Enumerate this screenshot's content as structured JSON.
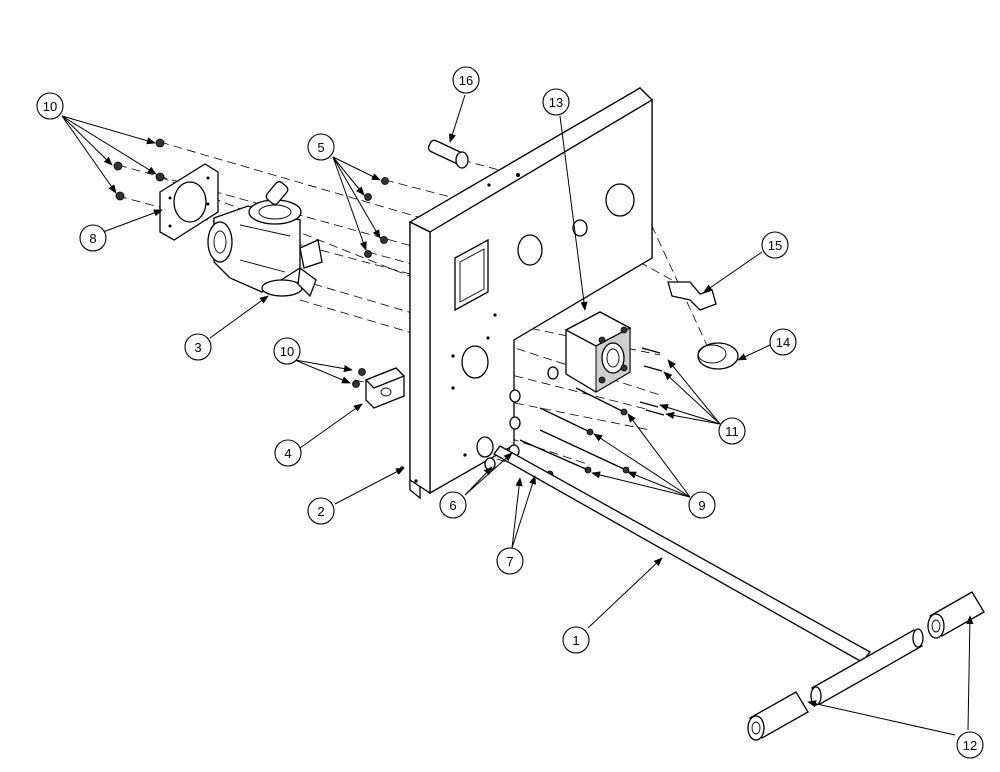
{
  "callouts": [
    {
      "id": "c1",
      "label": "1"
    },
    {
      "id": "c2",
      "label": "2"
    },
    {
      "id": "c3",
      "label": "3"
    },
    {
      "id": "c4",
      "label": "4"
    },
    {
      "id": "c5",
      "label": "5"
    },
    {
      "id": "c6",
      "label": "6"
    },
    {
      "id": "c7",
      "label": "7"
    },
    {
      "id": "c8",
      "label": "8"
    },
    {
      "id": "c9",
      "label": "9"
    },
    {
      "id": "c10a",
      "label": "10"
    },
    {
      "id": "c10b",
      "label": "10"
    },
    {
      "id": "c11",
      "label": "11"
    },
    {
      "id": "c12",
      "label": "12"
    },
    {
      "id": "c13",
      "label": "13"
    },
    {
      "id": "c14",
      "label": "14"
    },
    {
      "id": "c15",
      "label": "15"
    },
    {
      "id": "c16",
      "label": "16"
    }
  ],
  "colors": {
    "line": "#000000",
    "background": "#ffffff"
  }
}
